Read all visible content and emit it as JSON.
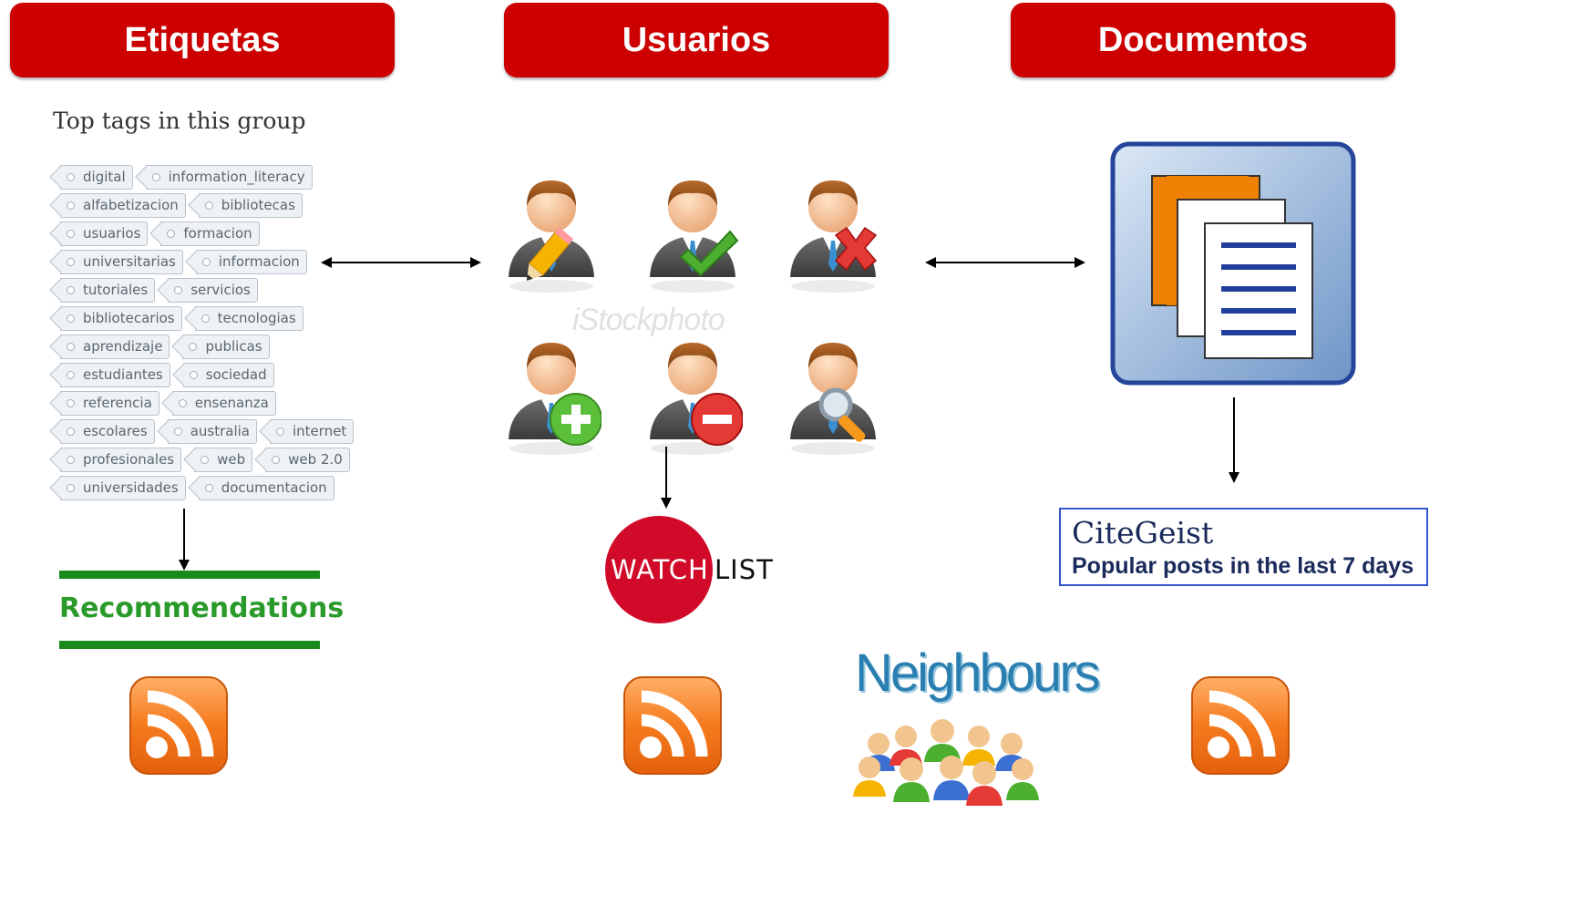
{
  "headers": {
    "etiquetas": "Etiquetas",
    "usuarios": "Usuarios",
    "documentos": "Documentos"
  },
  "tags": {
    "title": "Top tags in this group",
    "rows": [
      [
        "digital",
        "information_literacy"
      ],
      [
        "alfabetizacion",
        "bibliotecas"
      ],
      [
        "usuarios",
        "formacion"
      ],
      [
        "universitarias",
        "informacion"
      ],
      [
        "tutoriales",
        "servicios"
      ],
      [
        "bibliotecarios",
        "tecnologias"
      ],
      [
        "aprendizaje",
        "publicas"
      ],
      [
        "estudiantes",
        "sociedad"
      ],
      [
        "referencia",
        "ensenanza"
      ],
      [
        "escolares",
        "australia",
        "internet"
      ],
      [
        "profesionales",
        "web",
        "web 2.0"
      ],
      [
        "universidades",
        "documentacion"
      ]
    ]
  },
  "recommendations": {
    "label": "Recommendations"
  },
  "users": {
    "icons": [
      "user-edit-icon",
      "user-check-icon",
      "user-delete-icon",
      "user-add-icon",
      "user-remove-icon",
      "user-search-icon"
    ],
    "watermark": "iStockphoto"
  },
  "watchlist": {
    "watch": "WATCH",
    "list": "LIST"
  },
  "citegeist": {
    "title": "CiteGeist",
    "subtitle": "Popular posts in the last 7 days"
  },
  "neighbours": {
    "label": "Neighbours"
  },
  "colors": {
    "header_red": "#cc0000",
    "rec_green": "#1a8a1a",
    "watch_red": "#d10a2a",
    "cite_blue": "#3355cc",
    "rss_orange": "#f07020"
  }
}
